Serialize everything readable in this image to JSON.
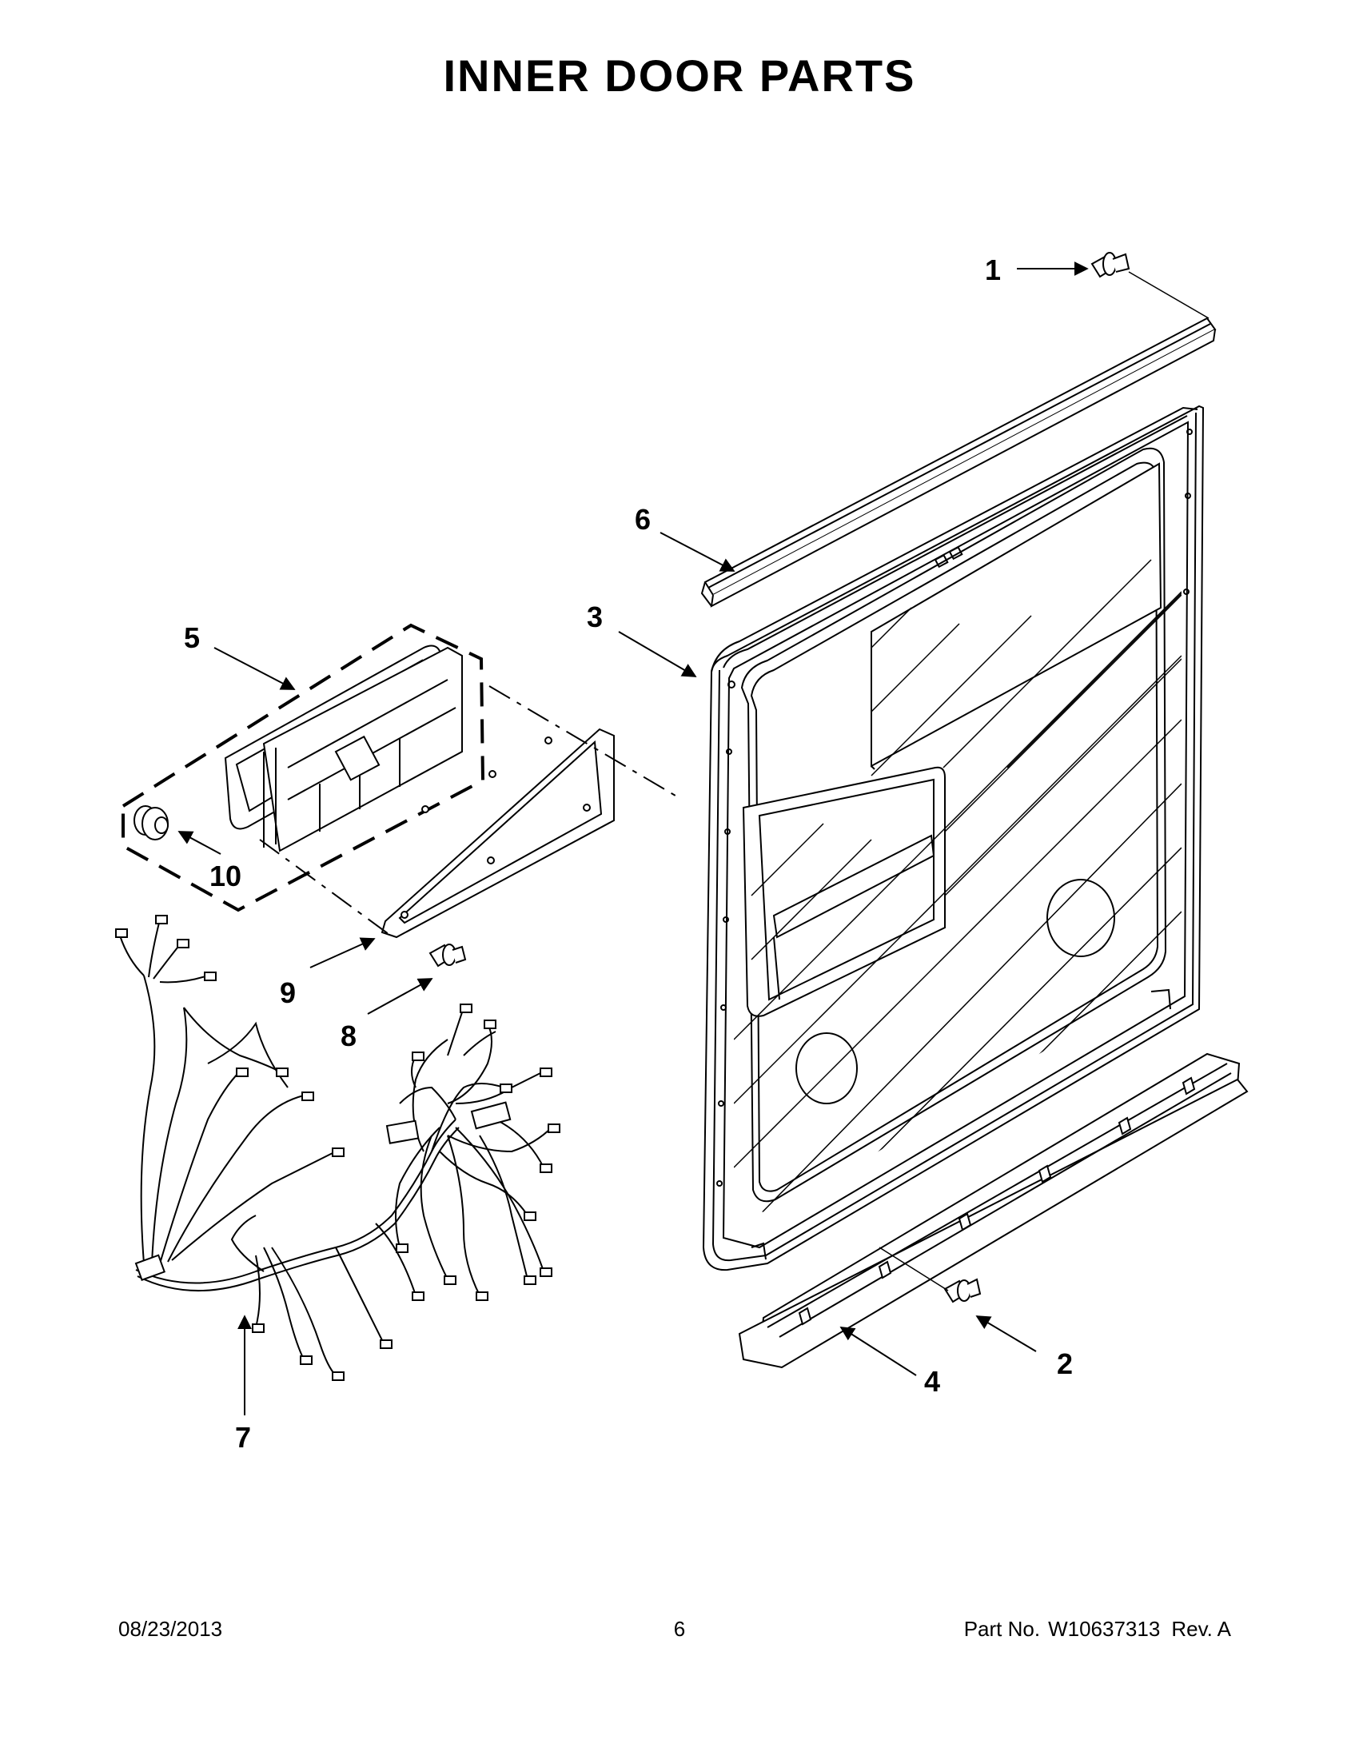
{
  "title": "INNER DOOR PARTS",
  "callouts": [
    "1",
    "2",
    "3",
    "4",
    "5",
    "6",
    "7",
    "8",
    "9",
    "10"
  ],
  "footer": {
    "date": "08/23/2013",
    "page": "6",
    "part_label": "Part No.",
    "part_number": "W10637313",
    "revision": "Rev.  A"
  }
}
